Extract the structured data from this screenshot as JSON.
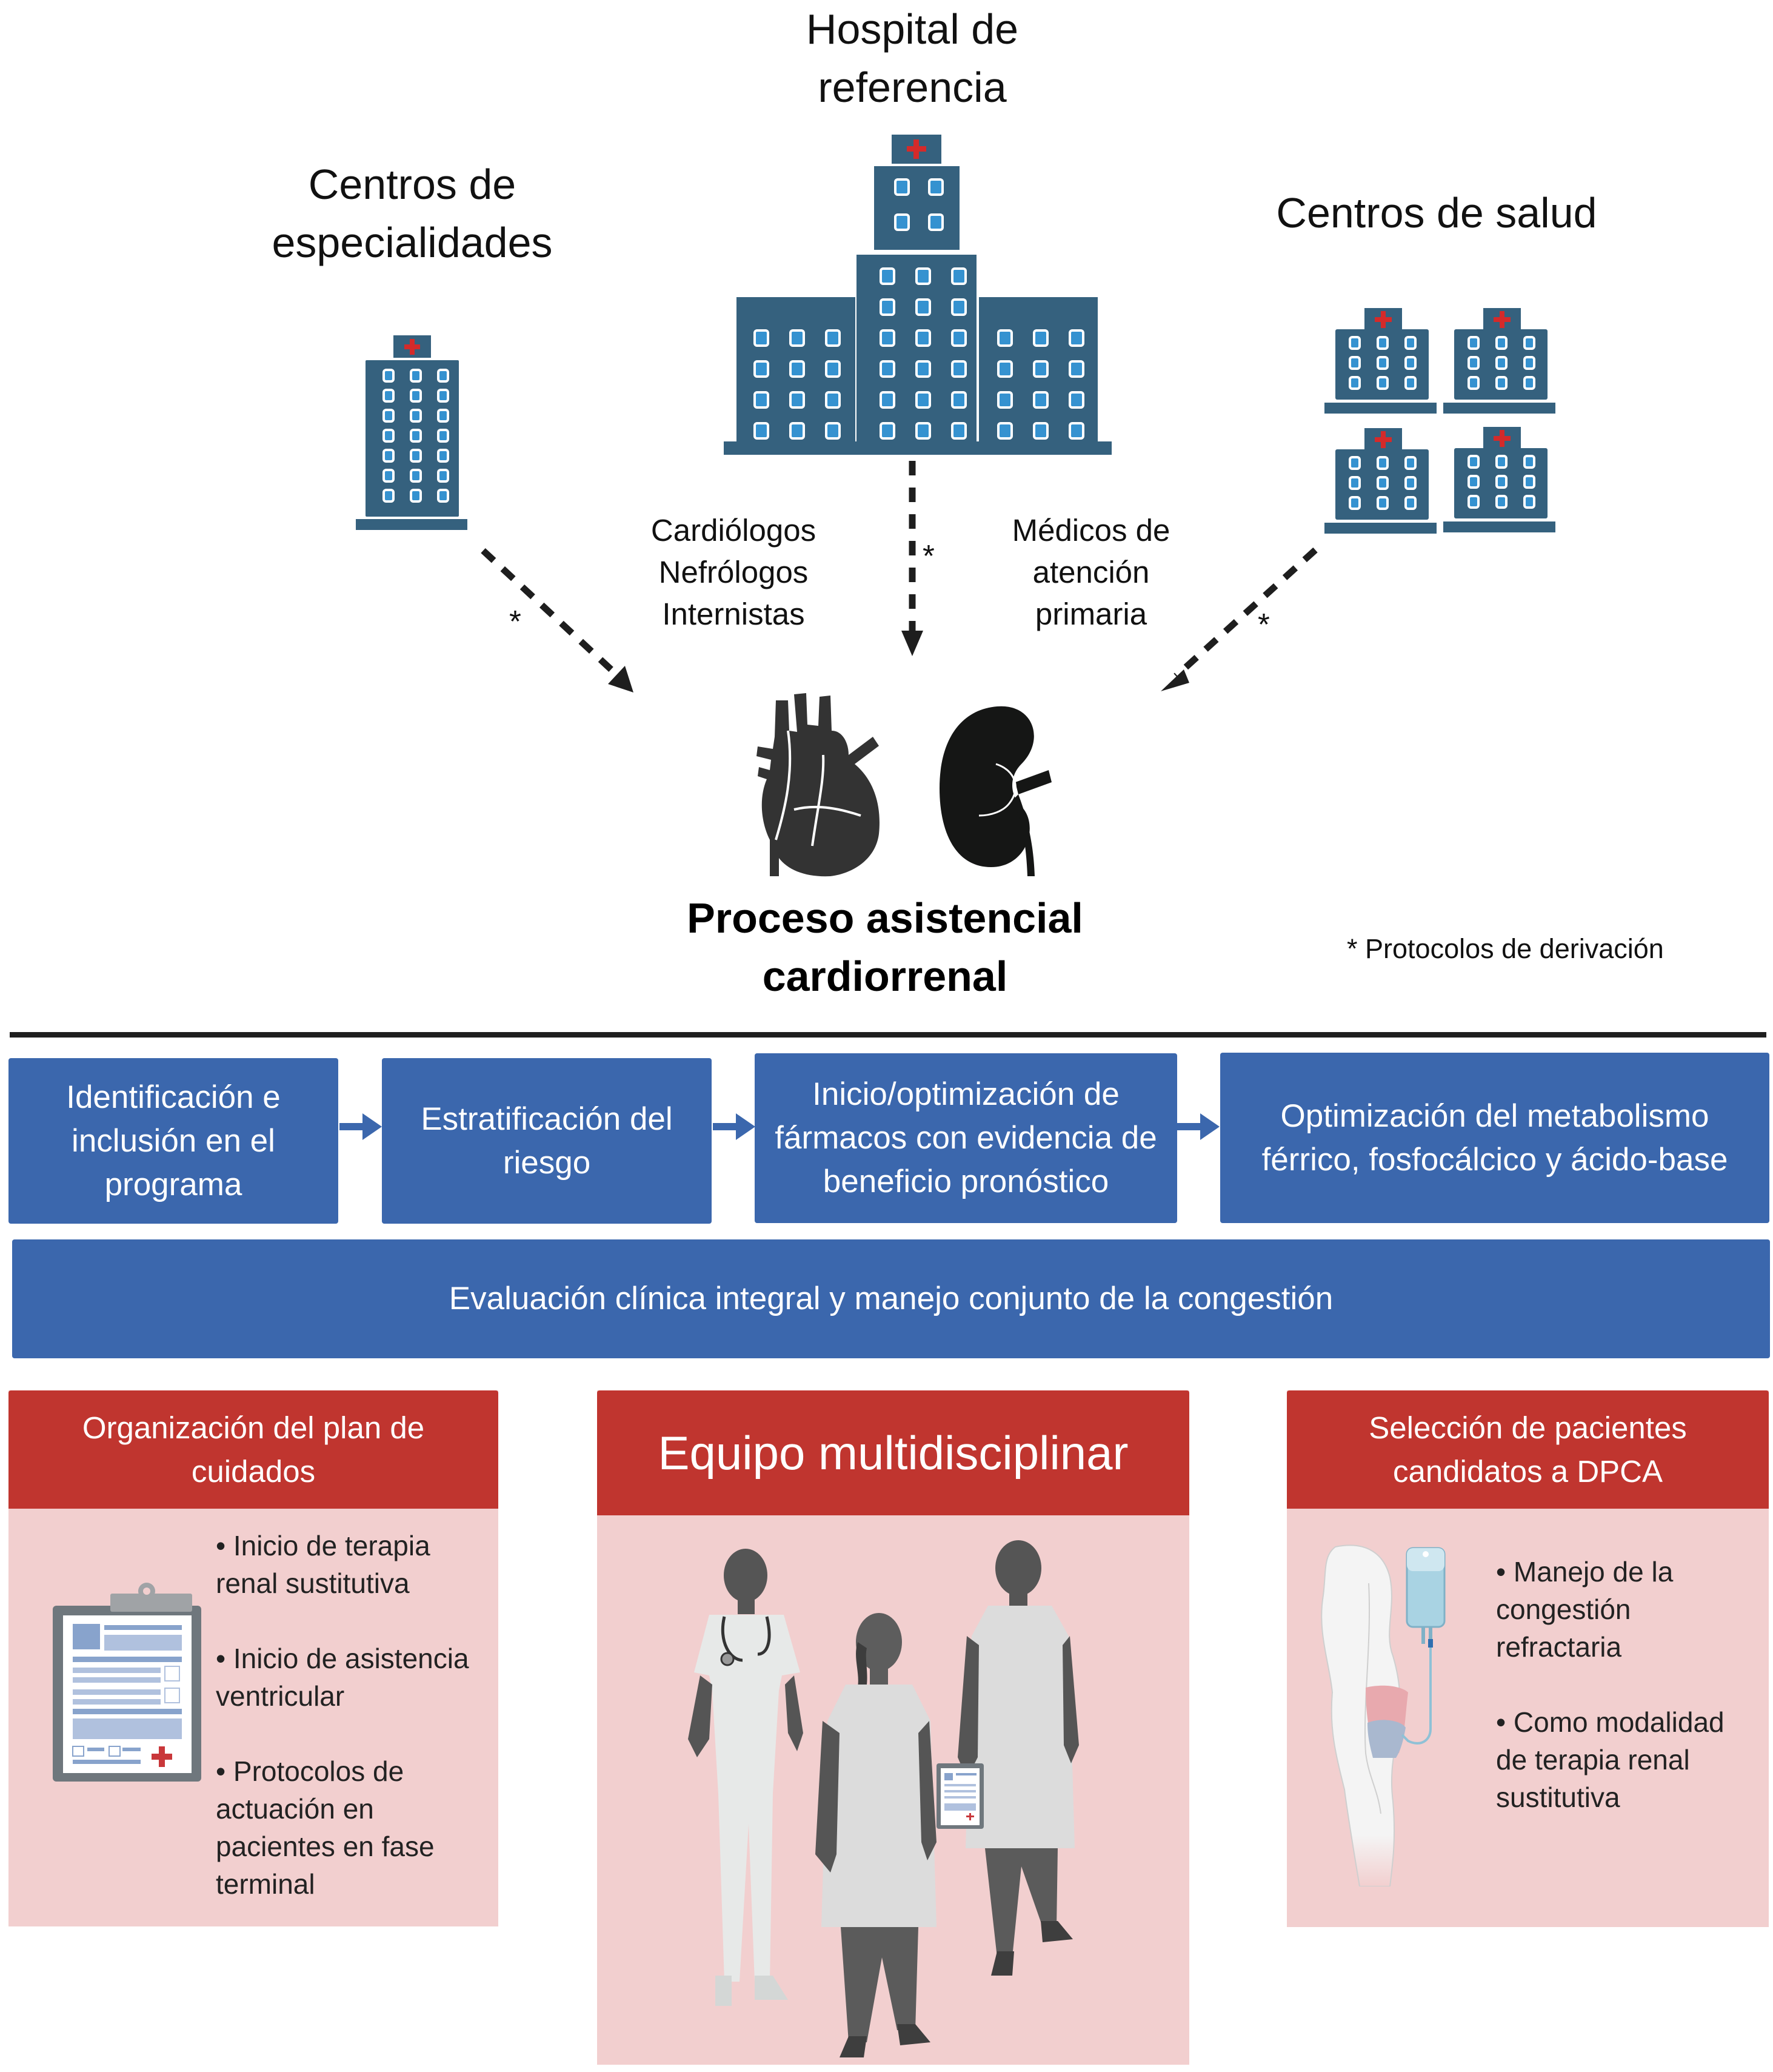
{
  "top": {
    "specialty_centers_label": [
      "Centros de",
      "especialidades"
    ],
    "reference_hospital_label": [
      "Hospital de",
      "referencia"
    ],
    "health_centers_label": "Centros de salud",
    "hospital_staff": [
      "Cardiólogos",
      "Nefrólogos",
      "Internistas"
    ],
    "primary_care_staff": [
      "Médicos de",
      "atención",
      "primaria"
    ],
    "asterisk": "*",
    "process_title": [
      "Proceso asistencial",
      "cardiorrenal"
    ],
    "footnote": "* Protocolos de derivación"
  },
  "flow": {
    "steps": [
      "Identificación e inclusión en el programa",
      "Estratificación del riesgo",
      "Inicio/optimización de fármacos con evidencia de beneficio pronóstico",
      "Optimización del metabolismo férrico, fosfocálcico y ácido-base"
    ],
    "bottom_bar": "Evaluación clínica integral y manejo conjunto de la congestión"
  },
  "panels": {
    "care_plan": {
      "title": "Organización del plan de cuidados",
      "items": [
        "•  Inicio de terapia renal sustitutiva",
        "•  Inicio de asistencia ventricular",
        "•  Protocolos de actuación en pacientes en fase terminal"
      ]
    },
    "team": {
      "title": "Equipo multidisciplinar"
    },
    "dpca": {
      "title": "Selección de pacientes candidatos a DPCA",
      "items": [
        "• Manejo de la congestión refractaria",
        "•  Como modalidad de terapia renal sustitutiva"
      ]
    }
  },
  "colors": {
    "building": "#35617e",
    "window": "#3592d0",
    "cross": "#d42a2a",
    "flow_blue": "#3b67ad",
    "panel_header_red": "#c0352f",
    "panel_bg_pink": "#f2cfcf",
    "organ_dark": "#333333"
  },
  "icons": {
    "specialty_center": "hospital-building-icon",
    "reference_hospital": "large-hospital-icon",
    "health_centers": "small-clinic-icon",
    "heart": "heart-icon",
    "kidney": "kidney-icon",
    "clipboard": "clipboard-icon",
    "team": "medical-staff-illustration",
    "dialysis": "peritoneal-dialysis-illustration"
  }
}
